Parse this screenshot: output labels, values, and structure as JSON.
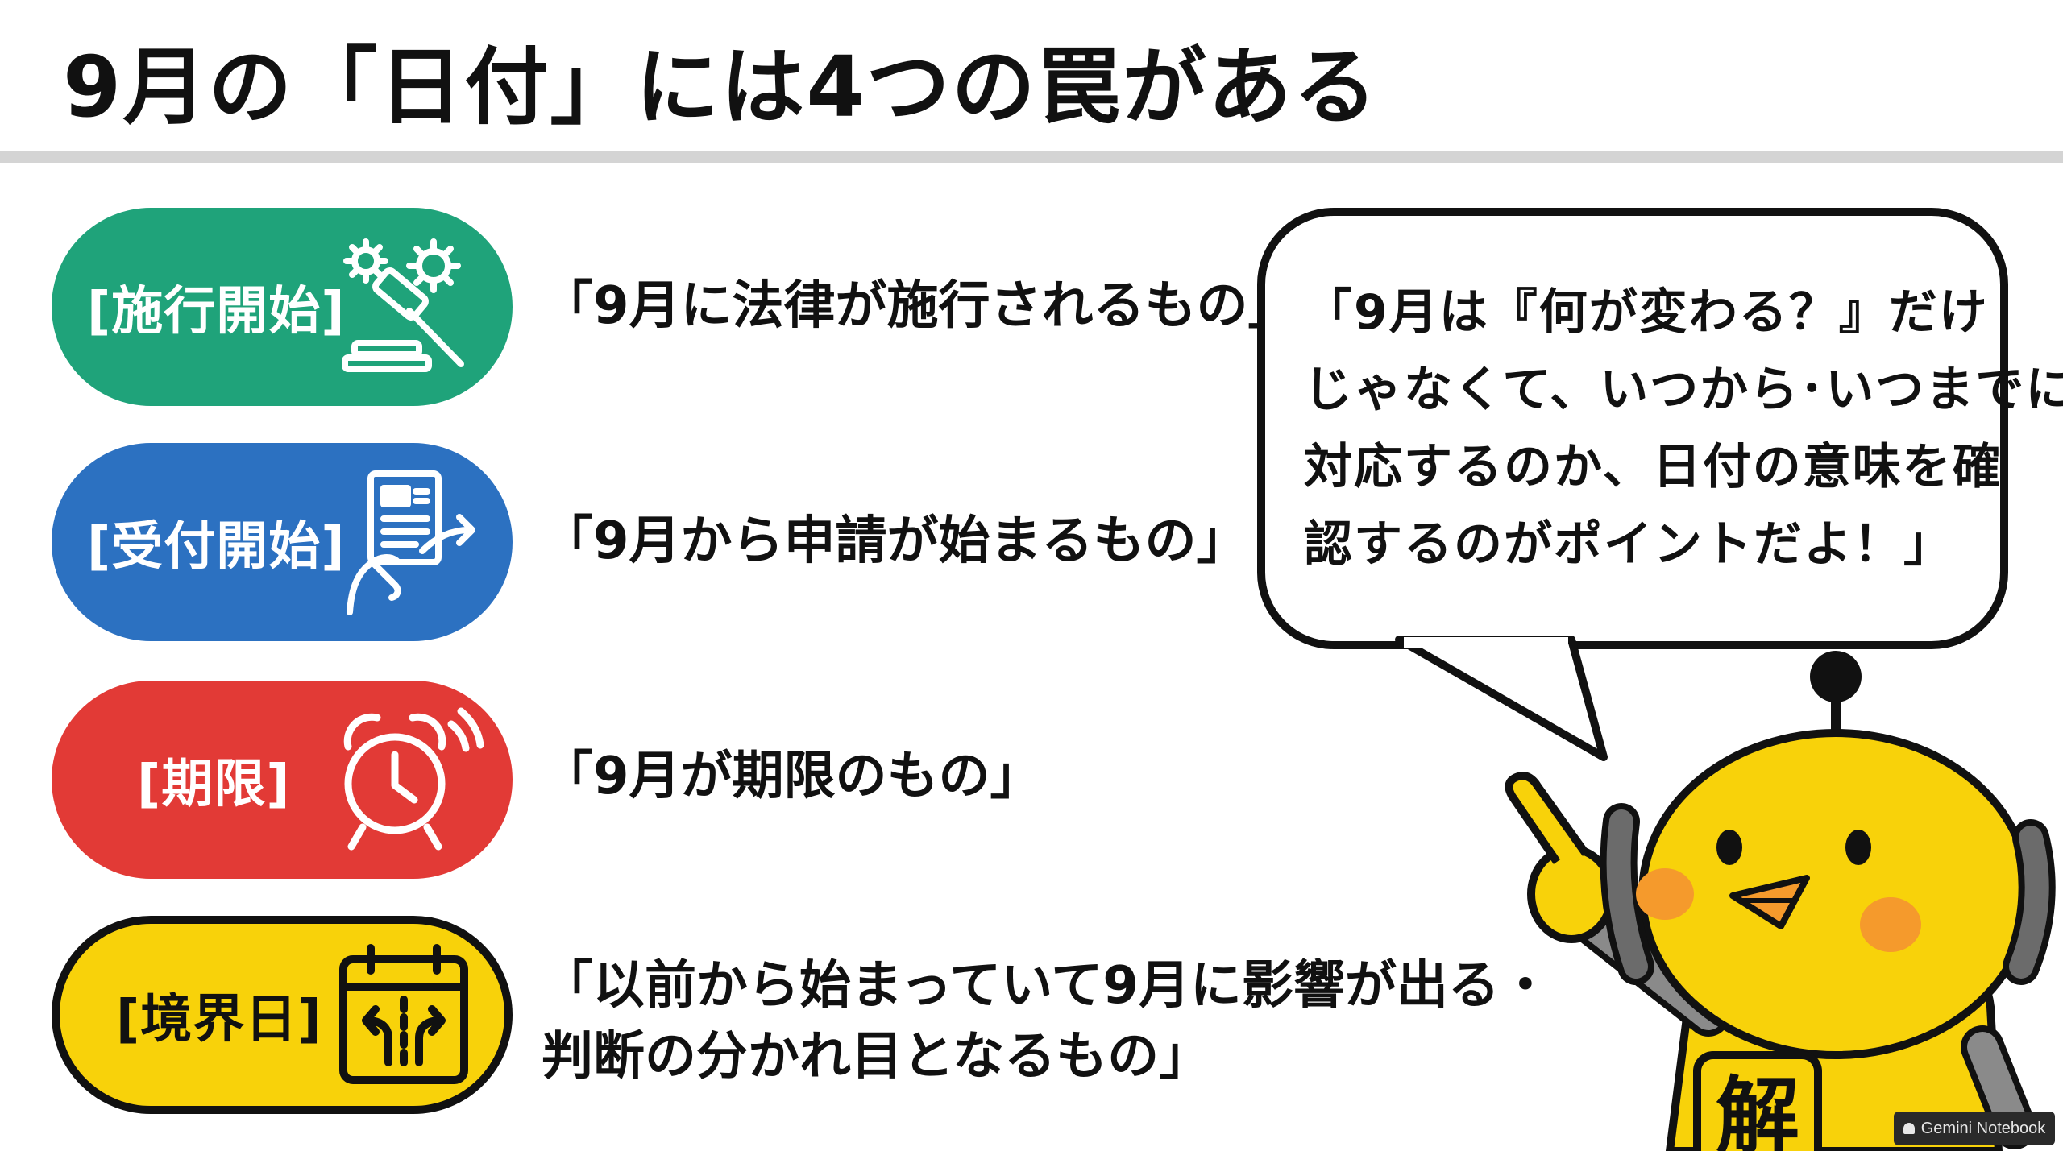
{
  "title": "9月の「日付」には4つの罠がある",
  "items": [
    {
      "label": "[施行開始]",
      "icon": "gavel-gears-icon",
      "color": "#1fa37a",
      "text_color": "#ffffff",
      "description": [
        "「9月に法律が施行されるもの」"
      ]
    },
    {
      "label": "[受付開始]",
      "icon": "document-submit-icon",
      "color": "#2c71c1",
      "text_color": "#ffffff",
      "description": [
        "「9月から申請が始まるもの」"
      ]
    },
    {
      "label": "[期限]",
      "icon": "alarm-clock-icon",
      "color": "#e23a36",
      "text_color": "#ffffff",
      "description": [
        "「9月が期限のもの」"
      ]
    },
    {
      "label": "[境界日]",
      "icon": "calendar-split-arrows-icon",
      "color": "#f8d20a",
      "text_color": "#111111",
      "description": [
        "「以前から始まっていて9月に影響が出る・",
        "判断の分かれ目となるもの」"
      ]
    }
  ],
  "speech_bubble": {
    "lines": [
      "「9月は『何が変わる？』だけ",
      "じゃなくて、いつから･いつまでに",
      "対応するのか、日付の意味を確",
      "認するのがポイントだよ！」"
    ]
  },
  "mascot": {
    "icon": "robot-chick-mascot",
    "badge": "解",
    "color": "#f8d20a"
  },
  "watermark": "Gemini Notebook"
}
